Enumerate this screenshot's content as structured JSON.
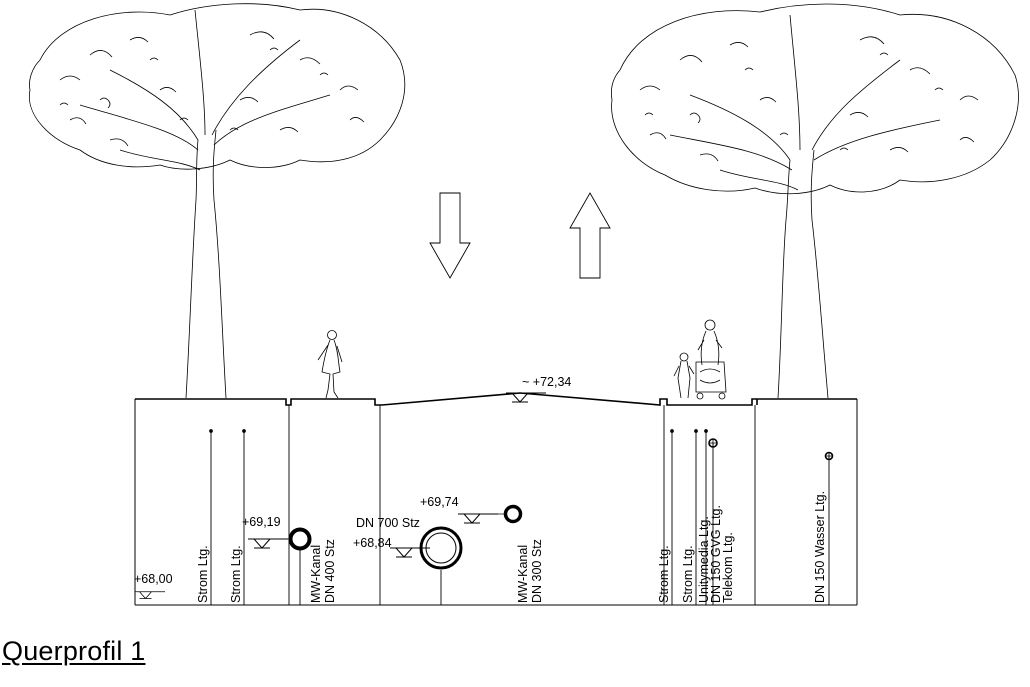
{
  "title": "Querprofil 1",
  "elevations": {
    "road_crown": "~ +72,34",
    "base": "+68,00",
    "left_pipe": "+69,19",
    "center_big_pipe": "+68,84",
    "center_small_pipe": "+69,74"
  },
  "pipe_labels": {
    "center_big": "DN 700 Stz"
  },
  "vertical_labels": {
    "strom_1": "Strom Ltg.",
    "strom_2": "Strom Ltg.",
    "mw_kanal_1_a": "MW-Kanal",
    "mw_kanal_1_b": "DN 400 Stz",
    "mw_kanal_2_a": "MW-Kanal",
    "mw_kanal_2_b": "DN 300 Stz",
    "strom_3": "Strom Ltg.",
    "strom_4": "Strom Ltg.",
    "unitymedia": "Unitymedia Ltg.",
    "gvg": "DN 150 GVG Ltg.",
    "telekom": "Telekom Ltg.",
    "wasser": "DN 150 Wasser Ltg."
  },
  "icons": {
    "arrow_down": "arrow-down-icon",
    "arrow_up": "arrow-up-icon",
    "tree": "tree-icon",
    "pedestrian": "pedestrian-icon",
    "family_with_stroller": "family-stroller-icon"
  },
  "colors": {
    "line": "#000000",
    "background": "#ffffff"
  }
}
